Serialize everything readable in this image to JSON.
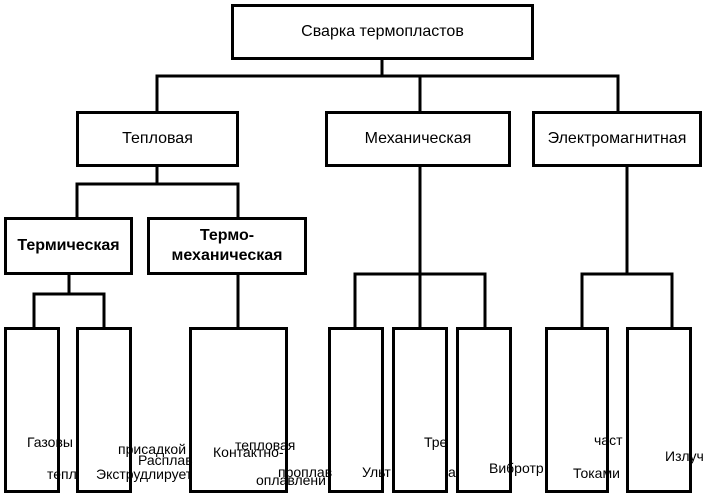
{
  "root": "Сварка термопластов",
  "categories": {
    "thermal": "Тепловая",
    "mechanical": "Механическая",
    "electromagnetic": "Электромагнитная"
  },
  "thermal_sub": {
    "thermic": "Термическая",
    "thermomech_line1": "Термо-",
    "thermomech_line2": "механическая"
  },
  "leaf_text": {
    "gas_1": "Газовы",
    "gas_2": "тепл",
    "extr_1": "присадкой",
    "extr_2": "Расплав",
    "extr_3": "Экструд",
    "extr_4": "лирует",
    "contact_1": "тепловая",
    "contact_2": "Контактно-",
    "contact_3": "проплав",
    "contact_4": "оплавлени",
    "ultra": "Ульт",
    "friction_1": "Тре",
    "friction_2": "а",
    "vibro": "Вибротр",
    "hf_1": "част",
    "hf_2": "Токами",
    "rad": "Излуч"
  }
}
